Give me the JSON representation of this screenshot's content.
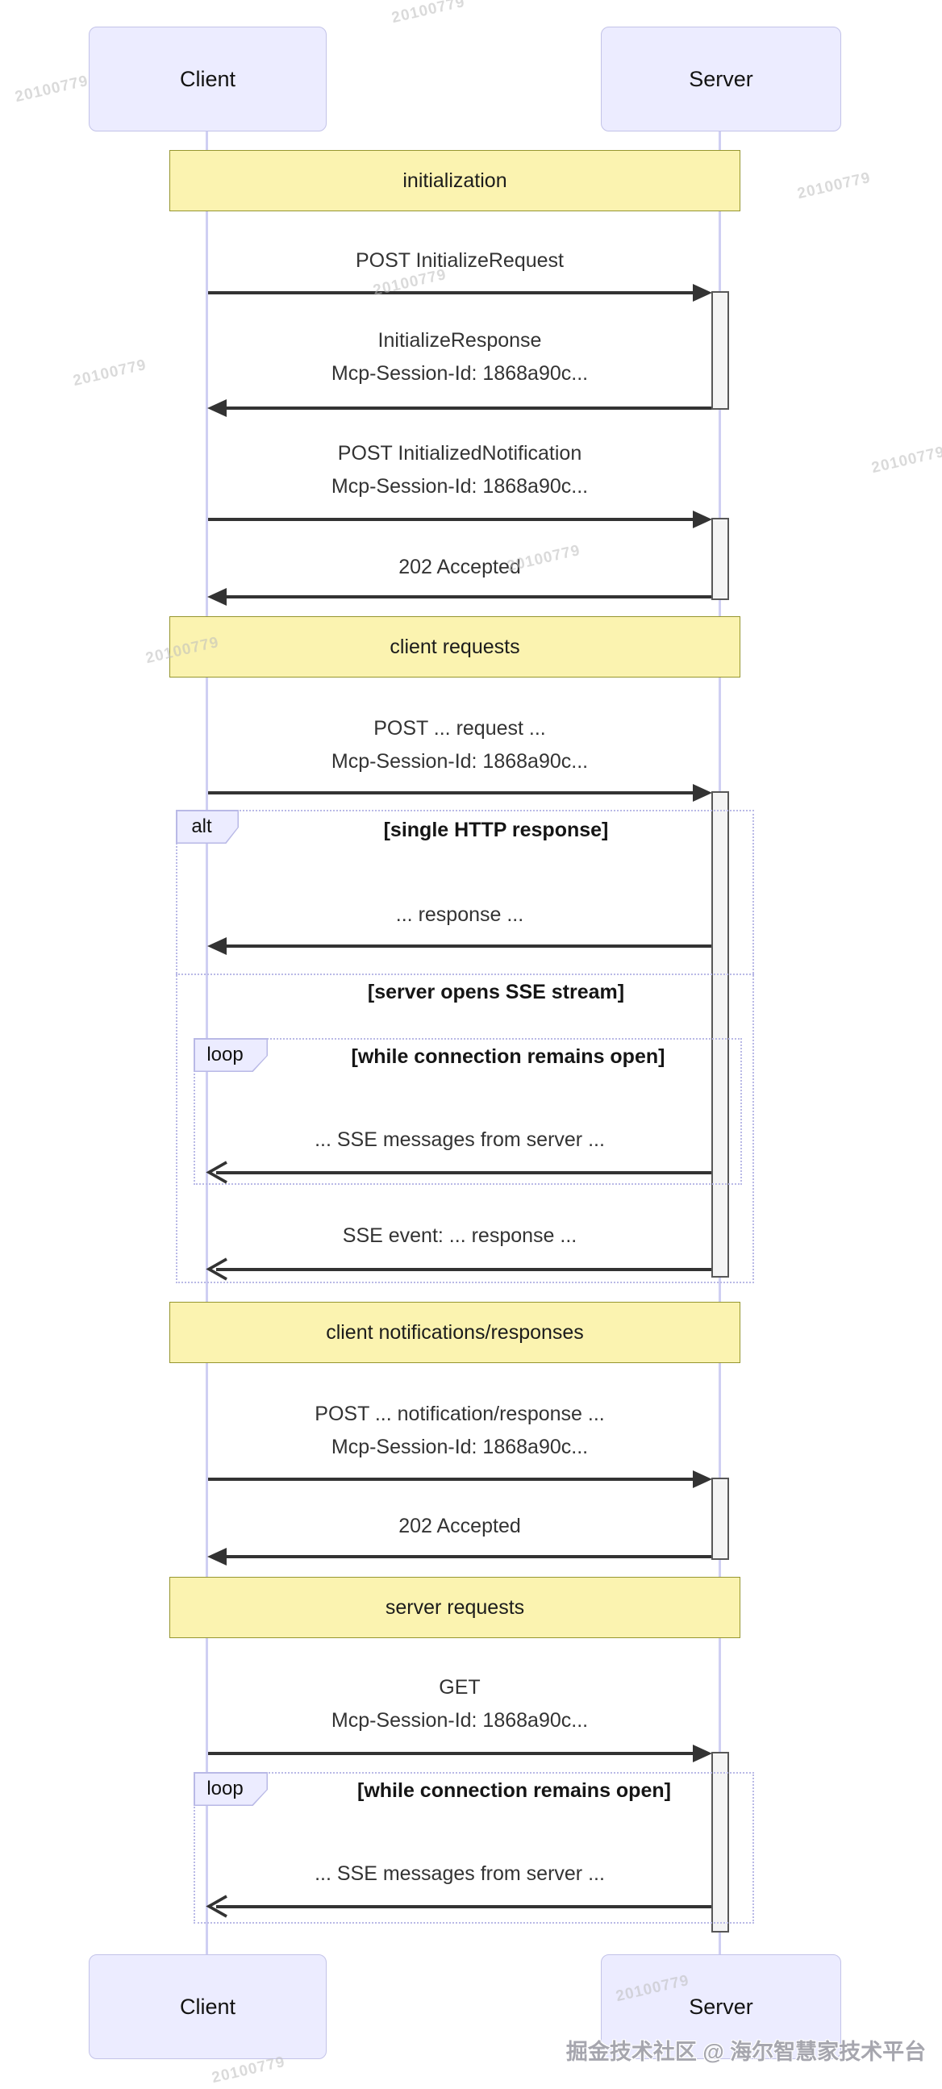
{
  "diagram_type": "sequence-diagram",
  "actors": {
    "client_top": "Client",
    "server_top": "Server",
    "client_bottom": "Client",
    "server_bottom": "Server"
  },
  "bands": {
    "initialization": "initialization",
    "client_requests": "client requests",
    "client_notifications": "client notifications/responses",
    "server_requests": "server requests"
  },
  "frames": {
    "alt_label": "alt",
    "alt_condition": "[single HTTP response]",
    "alt_else_condition": "[server opens SSE stream]",
    "loop1_label": "loop",
    "loop1_condition": "[while connection remains open]",
    "loop2_label": "loop",
    "loop2_condition": "[while connection remains open]"
  },
  "messages": {
    "m1": {
      "direction": "client-to-server",
      "arrow_style": "filled",
      "lines": [
        "POST InitializeRequest"
      ]
    },
    "m2": {
      "direction": "server-to-client",
      "arrow_style": "filled",
      "lines": [
        "InitializeResponse",
        "Mcp-Session-Id: 1868a90c..."
      ]
    },
    "m3": {
      "direction": "client-to-server",
      "arrow_style": "filled",
      "lines": [
        "POST InitializedNotification",
        "Mcp-Session-Id: 1868a90c..."
      ]
    },
    "m4": {
      "direction": "server-to-client",
      "arrow_style": "filled",
      "lines": [
        "202 Accepted"
      ]
    },
    "m5": {
      "direction": "client-to-server",
      "arrow_style": "filled",
      "lines": [
        "POST ... request ...",
        "Mcp-Session-Id: 1868a90c..."
      ]
    },
    "m6": {
      "direction": "server-to-client",
      "arrow_style": "filled",
      "lines": [
        "... response ..."
      ]
    },
    "m7": {
      "direction": "server-to-client",
      "arrow_style": "open",
      "lines": [
        "... SSE messages from server ..."
      ]
    },
    "m8": {
      "direction": "server-to-client",
      "arrow_style": "open",
      "lines": [
        "SSE event: ... response ..."
      ]
    },
    "m9": {
      "direction": "client-to-server",
      "arrow_style": "filled",
      "lines": [
        "POST ... notification/response ...",
        "Mcp-Session-Id: 1868a90c..."
      ]
    },
    "m10": {
      "direction": "server-to-client",
      "arrow_style": "filled",
      "lines": [
        "202 Accepted"
      ]
    },
    "m11": {
      "direction": "client-to-server",
      "arrow_style": "filled",
      "lines": [
        "GET",
        "Mcp-Session-Id: 1868a90c..."
      ]
    },
    "m12": {
      "direction": "server-to-client",
      "arrow_style": "open",
      "lines": [
        "... SSE messages from server ..."
      ]
    }
  },
  "watermark": {
    "text": "20100779"
  },
  "footer": {
    "text": "掘金技术社区 @ 海尔智慧家技术平台"
  },
  "colors": {
    "actor_fill": "#ECECFF",
    "actor_border": "#c3c3e8",
    "lifeline": "#cfcff3",
    "band_fill": "#fbf3b0",
    "band_border": "#96962f",
    "frame_border": "#b9b9e6",
    "activation_fill": "#f4f4f4",
    "arrow": "#333333",
    "watermark": "#bdbdbd"
  }
}
